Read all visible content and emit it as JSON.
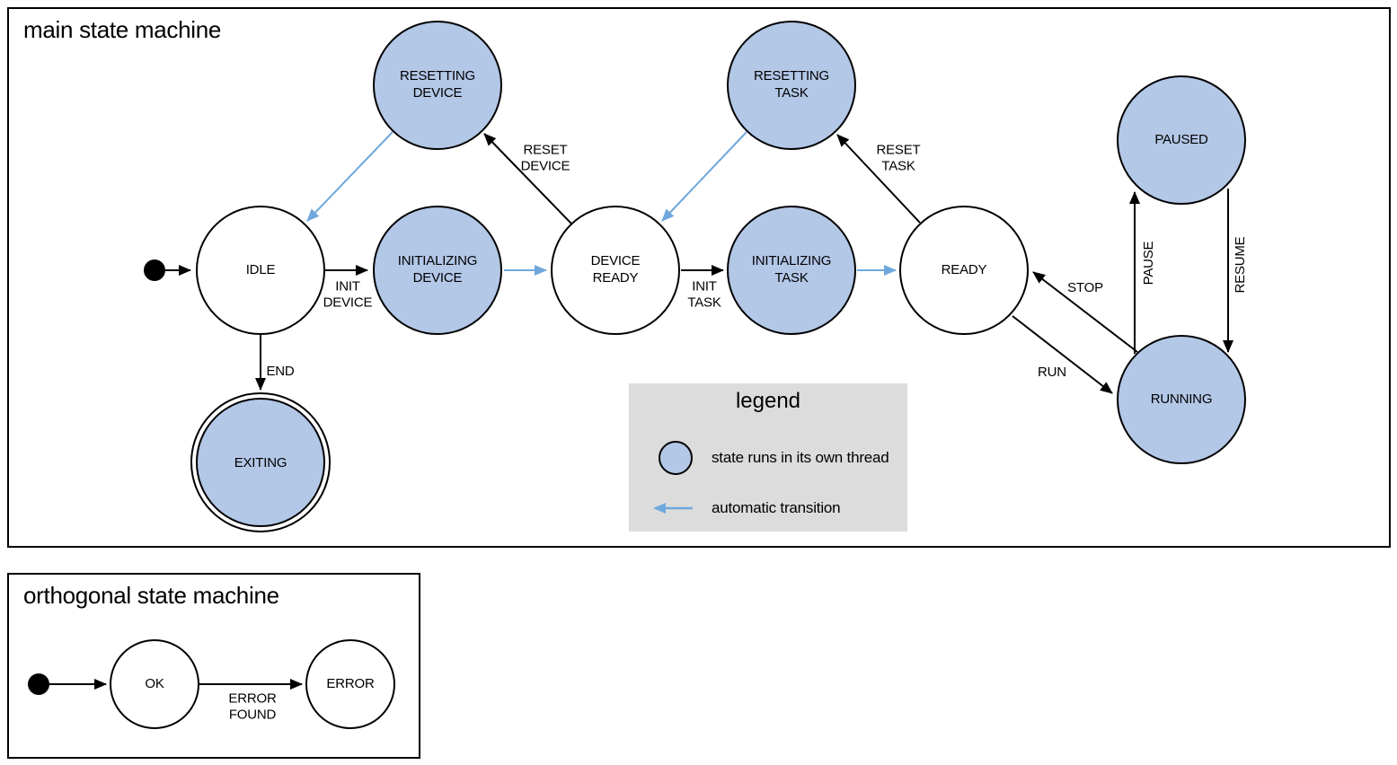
{
  "main_machine": {
    "title": "main state machine",
    "states": {
      "idle": {
        "label": "IDLE"
      },
      "resetting_device": {
        "label": "RESETTING\nDEVICE"
      },
      "initializing_device": {
        "label": "INITIALIZING\nDEVICE"
      },
      "device_ready": {
        "label": "DEVICE\nREADY"
      },
      "resetting_task": {
        "label": "RESETTING\nTASK"
      },
      "initializing_task": {
        "label": "INITIALIZING\nTASK"
      },
      "ready": {
        "label": "READY"
      },
      "paused": {
        "label": "PAUSED"
      },
      "running": {
        "label": "RUNNING"
      },
      "exiting": {
        "label": "EXITING"
      }
    },
    "transitions": {
      "init_device": {
        "label": "INIT\nDEVICE"
      },
      "reset_device": {
        "label": "RESET\nDEVICE"
      },
      "init_task": {
        "label": "INIT\nTASK"
      },
      "reset_task": {
        "label": "RESET\nTASK"
      },
      "run": {
        "label": "RUN"
      },
      "stop": {
        "label": "STOP"
      },
      "pause": {
        "label": "PAUSE"
      },
      "resume": {
        "label": "RESUME"
      },
      "end": {
        "label": "END"
      }
    }
  },
  "legend": {
    "title": "legend",
    "thread_label": "state runs in its own thread",
    "auto_label": "automatic transition"
  },
  "orthogonal_machine": {
    "title": "orthogonal state machine",
    "states": {
      "ok": {
        "label": "OK"
      },
      "error": {
        "label": "ERROR"
      }
    },
    "transitions": {
      "error_found": {
        "label": "ERROR\nFOUND"
      }
    }
  },
  "colors": {
    "thread_state_fill": "#b3c7e7",
    "automatic_transition_arrow": "#6fa8dc",
    "legend_background": "#dcdcdc",
    "line_color": "#000000"
  }
}
